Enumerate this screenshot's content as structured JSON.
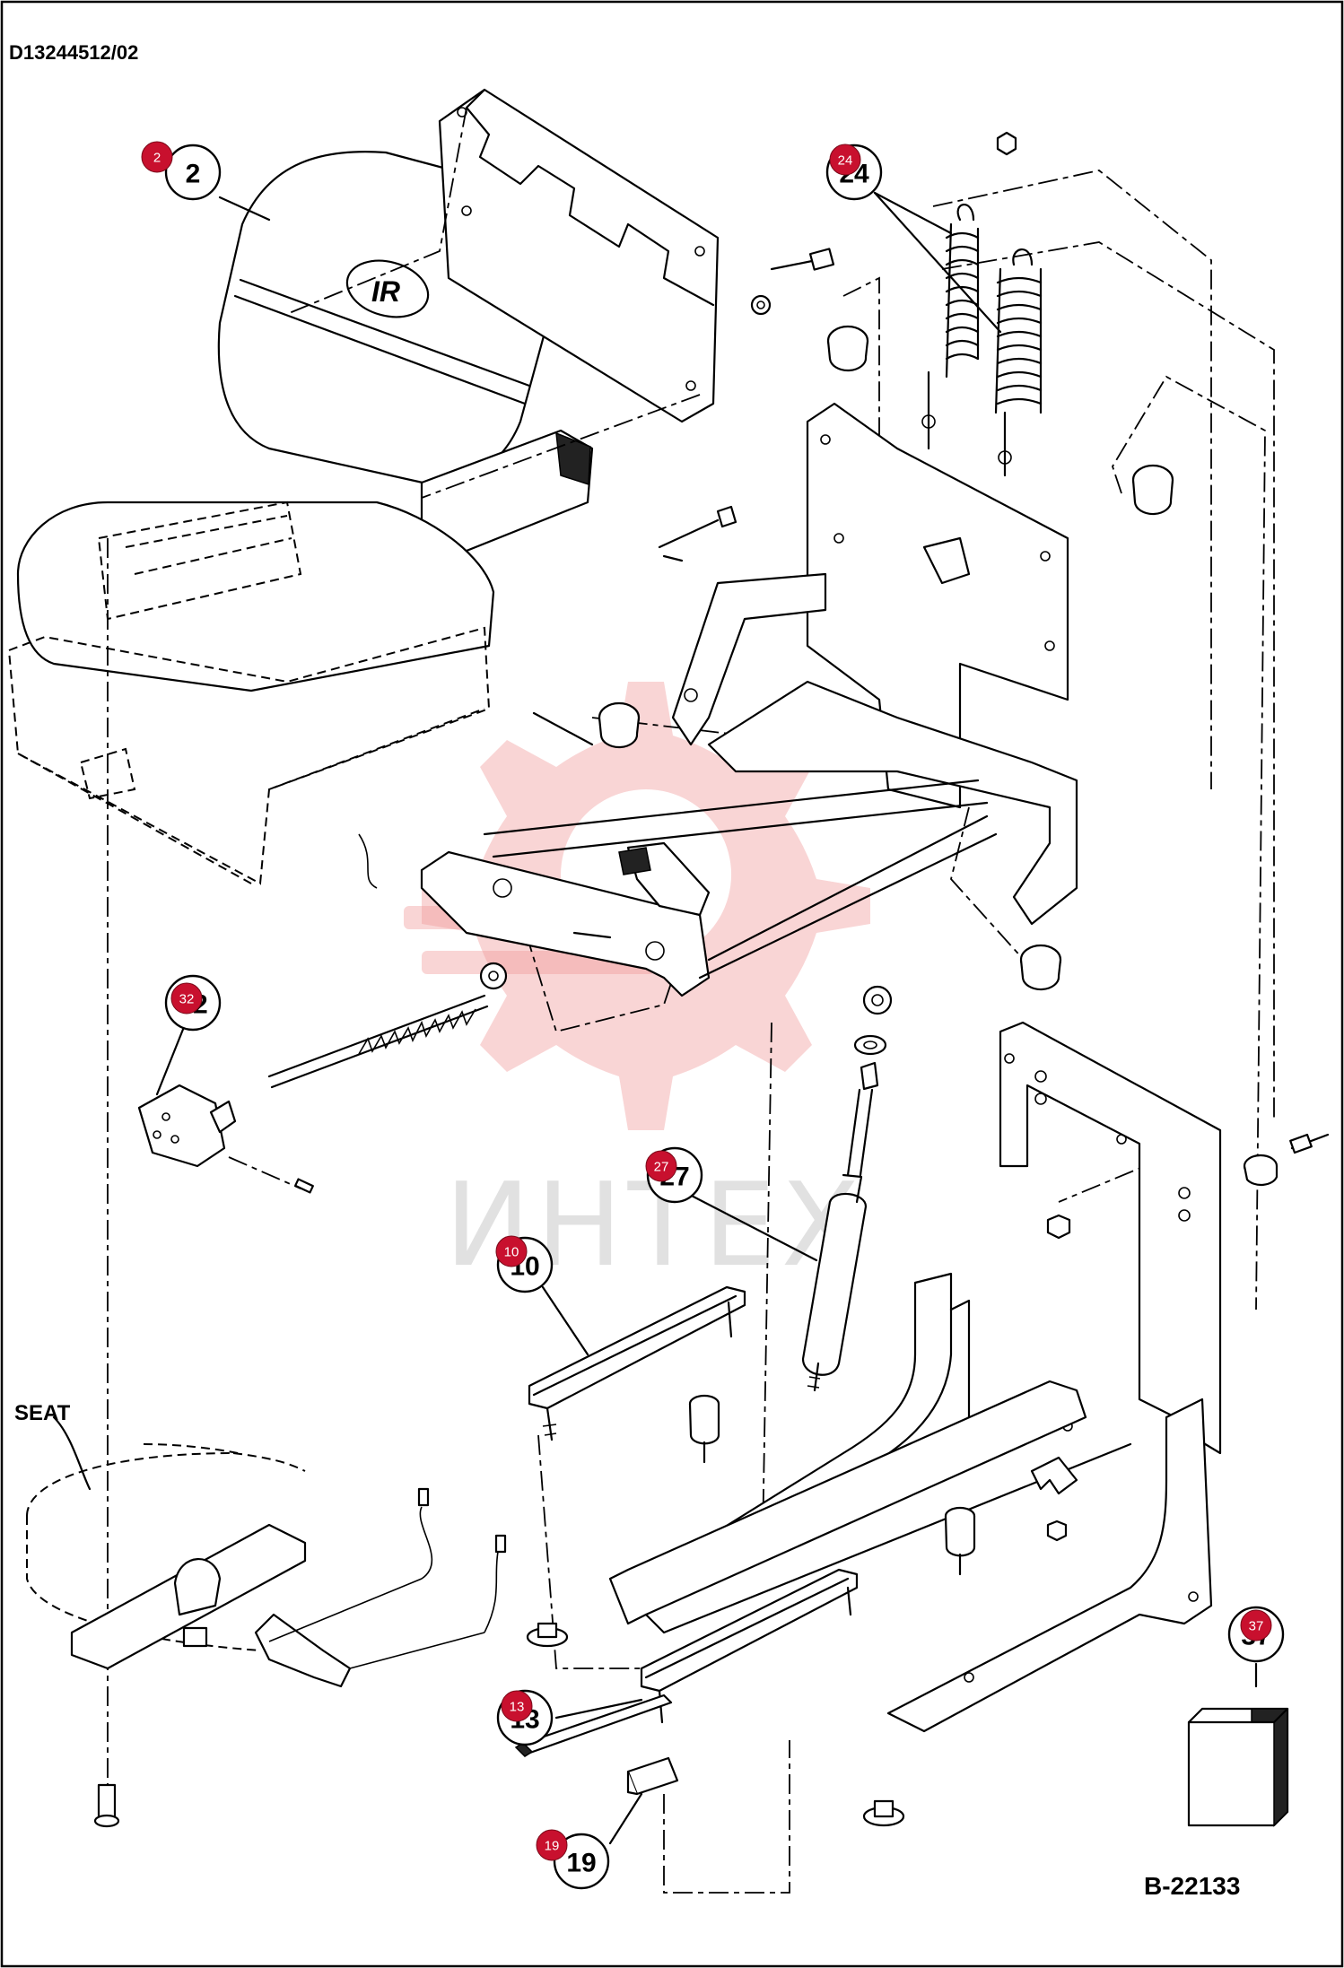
{
  "drawing": {
    "doc_number": "D13244512/02",
    "figure_number": "B-22133",
    "seat_label": "SEAT",
    "watermark_text": "ИНТЕХ",
    "seat_logo_text": "IR"
  },
  "callouts": [
    {
      "id": "c2",
      "label": "2"
    },
    {
      "id": "c24",
      "label": "24"
    },
    {
      "id": "c32",
      "label": "32"
    },
    {
      "id": "c27",
      "label": "27"
    },
    {
      "id": "c10",
      "label": "10"
    },
    {
      "id": "c13",
      "label": "13"
    },
    {
      "id": "c19",
      "label": "19"
    },
    {
      "id": "c37",
      "label": "37"
    }
  ],
  "badges": [
    {
      "id": "b2",
      "label": "2"
    },
    {
      "id": "b24",
      "label": "24"
    },
    {
      "id": "b32",
      "label": "32"
    },
    {
      "id": "b27",
      "label": "27"
    },
    {
      "id": "b10",
      "label": "10"
    },
    {
      "id": "b13",
      "label": "13"
    },
    {
      "id": "b19",
      "label": "19"
    },
    {
      "id": "b37",
      "label": "37"
    }
  ],
  "colors": {
    "badge": "#c8102e",
    "watermark": "#f19a9a",
    "ink": "#000000",
    "frame": "#000000"
  }
}
